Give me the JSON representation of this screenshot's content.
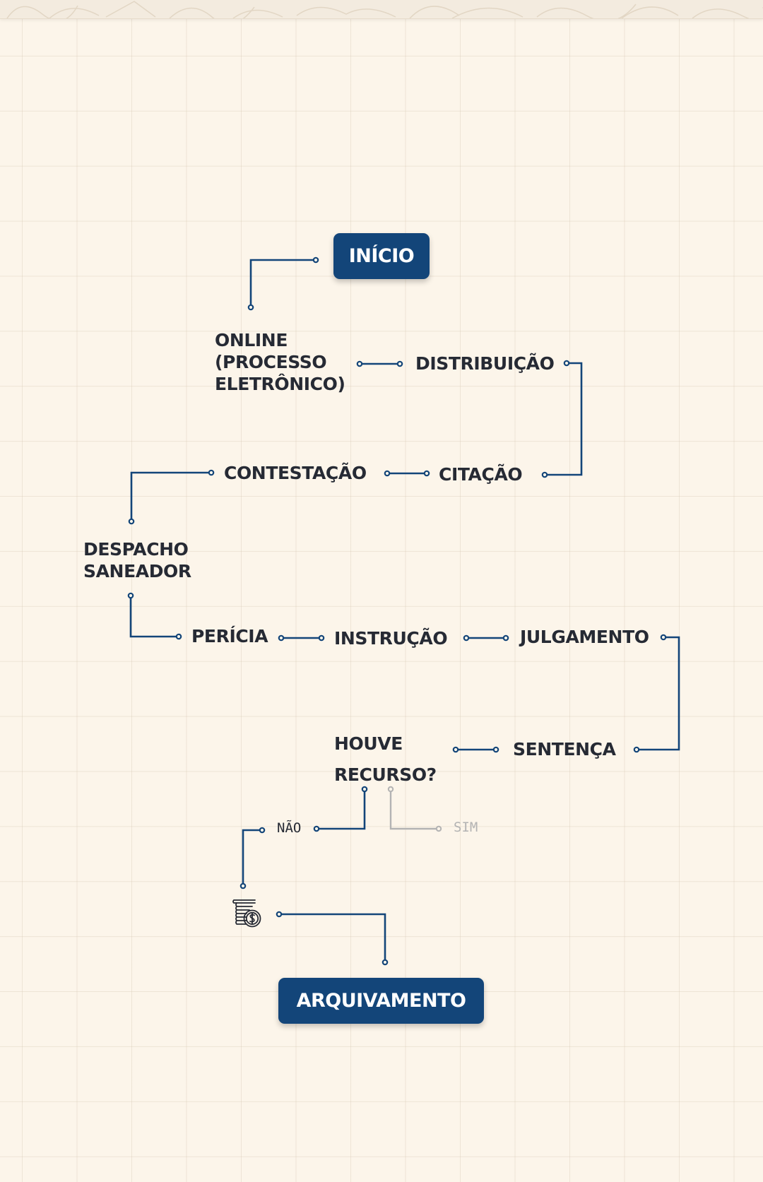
{
  "colors": {
    "background": "#fcf5ea",
    "accent": "#134579",
    "text": "#262a34",
    "inactive": "#b3b3b3"
  },
  "flow": {
    "start_label": "INÍCIO",
    "end_label": "ARQUIVAMENTO",
    "steps": {
      "online": "ONLINE\n(PROCESSO\nELETRÔNICO)",
      "distribuicao": "DISTRIBUIÇÃO",
      "citacao": "CITAÇÃO",
      "contestacao": "CONTESTAÇÃO",
      "despacho": "DESPACHO\nSANEADOR",
      "pericia": "PERÍCIA",
      "instrucao": "INSTRUÇÃO",
      "julgamento": "JULGAMENTO",
      "sentenca": "SENTENÇA",
      "recurso": "HOUVE\nRECURSO?"
    },
    "branches": {
      "no_label": "NÃO",
      "yes_label": "SIM"
    },
    "icons": {
      "payment": "coins-dollar-icon"
    }
  }
}
